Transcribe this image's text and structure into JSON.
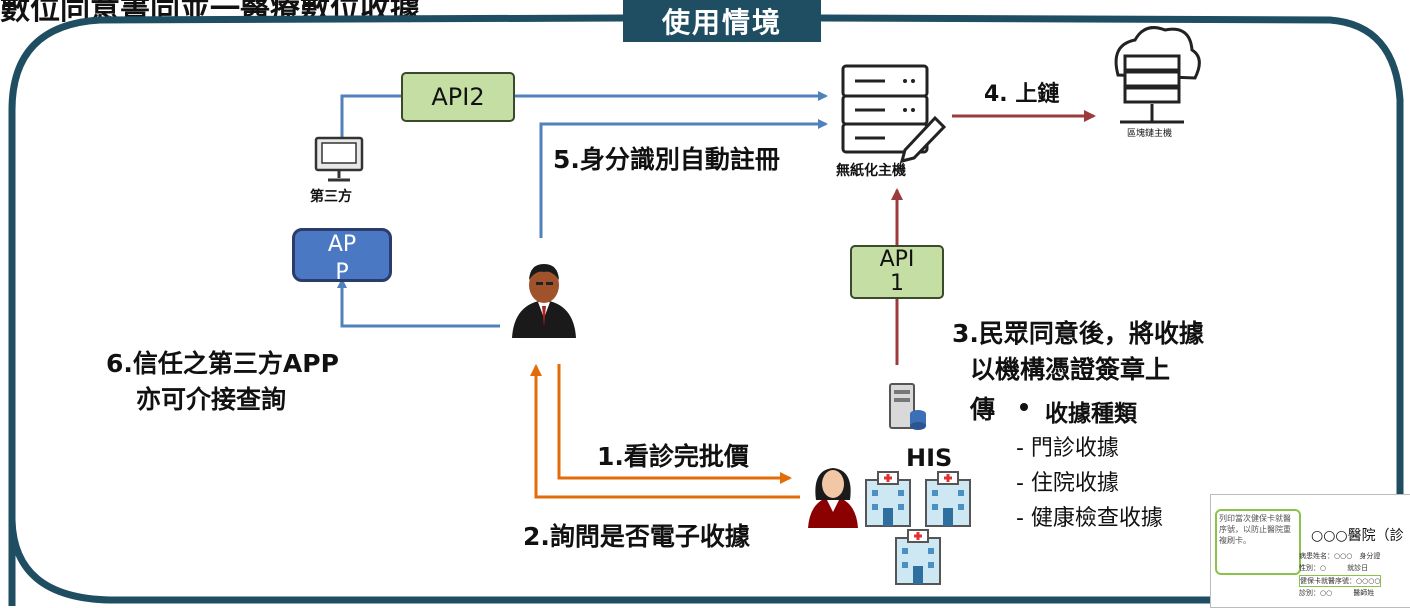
{
  "header": {
    "partial_title": "數位同意書同並一醫療數位收據",
    "tag": "使用情境"
  },
  "colors": {
    "frame": "#1f4e63",
    "blue_arrow": "#4f81bd",
    "red_arrow": "#9c3b3b",
    "orange_arrow": "#e36c09",
    "api_fill": "#c5dea4",
    "app_fill": "#4a78c2"
  },
  "labels": {
    "api2": "API2",
    "api1": "API 1",
    "step4": "4. 上鏈",
    "step5": "5.身分識別自動註冊",
    "step6_line1": "6.信任之第三方APP",
    "step6_line2": "亦可介接查詢",
    "step1": "1.看診完批價",
    "step2": "2.詢問是否電子收據",
    "step3_line1": "3.民眾同意後，將收據",
    "step3_line2": "以機構憑證簽章上",
    "step3_line3": "傳",
    "receipt_types_title": "收據種類",
    "receipt_type_1": "- 門診收據",
    "receipt_type_2": "- 住院收據",
    "receipt_type_3": "- 健康檢查收據",
    "server_caption": "無紙化主機",
    "blockchain_caption": "區塊鏈主機",
    "third_party_caption": "第三方",
    "app_label": "APP",
    "his_label": "HIS"
  },
  "receipt": {
    "note": "列印當次健保卡就醫序號，以防止醫院重複刷卡。",
    "title": "○○○醫院（診",
    "lines": [
      "病患姓名：○○○　身分證",
      "性別：○　　　就診日",
      "健保卡就醫序號：○○○○",
      "診別：○○　　　醫師姓"
    ]
  }
}
